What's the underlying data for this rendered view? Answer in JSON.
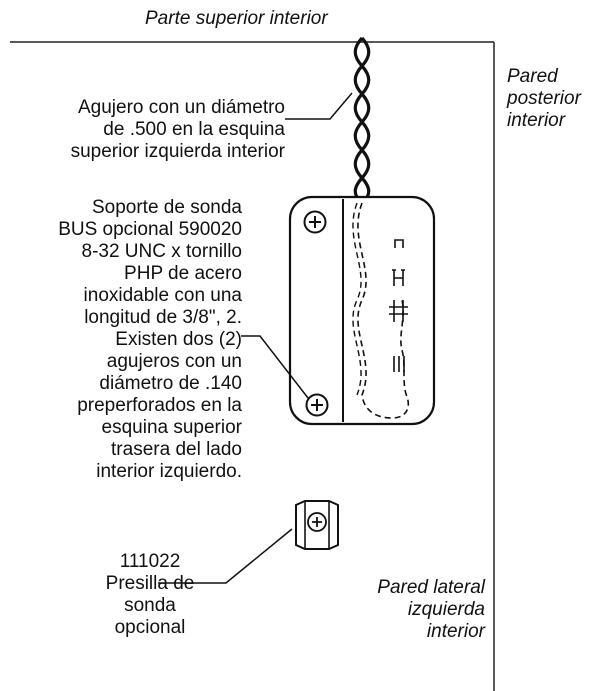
{
  "labels": {
    "top_interior": "Parte superior interior",
    "rear_wall": [
      "Pared",
      "posterior",
      "interior"
    ],
    "hole_note": [
      "Agujero con un diámetro",
      "de .500 en la esquina",
      "superior izquierda interior"
    ],
    "bracket_note": [
      "Soporte de sonda",
      "BUS opcional 590020",
      "8-32 UNC  x tornillo",
      "PHP de acero",
      "inoxidable con una",
      "longitud de 3/8\", 2.",
      "Existen dos (2)",
      "agujeros con un",
      "diámetro de .140",
      "preperforados en la",
      "esquina superior",
      "trasera del lado",
      "interior izquierdo."
    ],
    "clip_note": [
      "111022",
      "Presilla de",
      "sonda",
      "opcional"
    ],
    "side_wall": [
      "Pared lateral",
      "izquierda",
      "interior"
    ]
  }
}
